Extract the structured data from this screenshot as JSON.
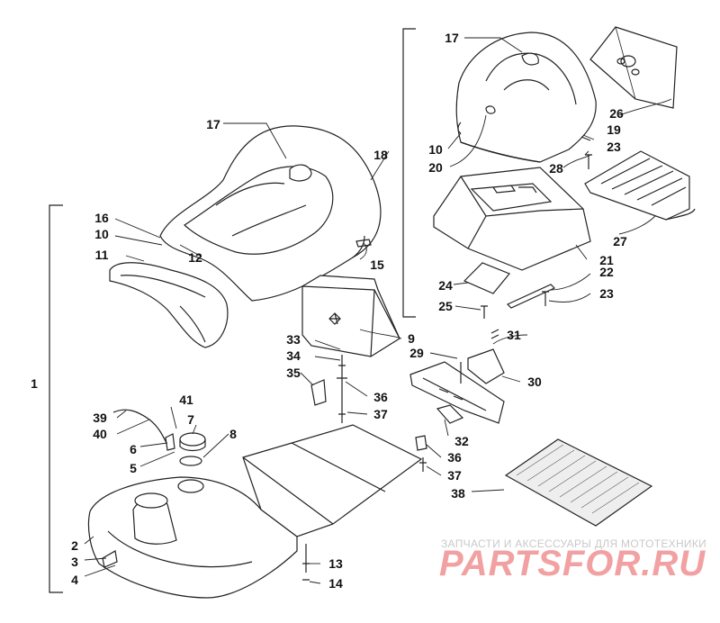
{
  "callouts": [
    {
      "id": "1",
      "text": "1"
    },
    {
      "id": "2",
      "text": "2"
    },
    {
      "id": "3",
      "text": "3"
    },
    {
      "id": "4",
      "text": "4"
    },
    {
      "id": "5",
      "text": "5"
    },
    {
      "id": "6",
      "text": "6"
    },
    {
      "id": "7",
      "text": "7"
    },
    {
      "id": "8",
      "text": "8"
    },
    {
      "id": "9",
      "text": "9"
    },
    {
      "id": "10a",
      "text": "10"
    },
    {
      "id": "10b",
      "text": "10"
    },
    {
      "id": "11",
      "text": "11"
    },
    {
      "id": "12",
      "text": "12"
    },
    {
      "id": "13",
      "text": "13"
    },
    {
      "id": "14",
      "text": "14"
    },
    {
      "id": "15",
      "text": "15"
    },
    {
      "id": "16",
      "text": "16"
    },
    {
      "id": "17a",
      "text": "17"
    },
    {
      "id": "17b",
      "text": "17"
    },
    {
      "id": "18",
      "text": "18"
    },
    {
      "id": "19",
      "text": "19"
    },
    {
      "id": "20",
      "text": "20"
    },
    {
      "id": "21",
      "text": "21"
    },
    {
      "id": "22",
      "text": "22"
    },
    {
      "id": "23a",
      "text": "23"
    },
    {
      "id": "23b",
      "text": "23"
    },
    {
      "id": "24",
      "text": "24"
    },
    {
      "id": "25",
      "text": "25"
    },
    {
      "id": "26",
      "text": "26"
    },
    {
      "id": "27",
      "text": "27"
    },
    {
      "id": "28",
      "text": "28"
    },
    {
      "id": "29",
      "text": "29"
    },
    {
      "id": "30",
      "text": "30"
    },
    {
      "id": "31",
      "text": "31"
    },
    {
      "id": "32",
      "text": "32"
    },
    {
      "id": "33",
      "text": "33"
    },
    {
      "id": "34",
      "text": "34"
    },
    {
      "id": "35",
      "text": "35"
    },
    {
      "id": "36a",
      "text": "36"
    },
    {
      "id": "36b",
      "text": "36"
    },
    {
      "id": "37a",
      "text": "37"
    },
    {
      "id": "37b",
      "text": "37"
    },
    {
      "id": "38",
      "text": "38"
    },
    {
      "id": "39",
      "text": "39"
    },
    {
      "id": "40",
      "text": "40"
    },
    {
      "id": "41",
      "text": "41"
    }
  ],
  "watermark": {
    "tagline": "ЗАПЧАСТИ И АКСЕССУАРЫ ДЛЯ МОТОТЕХНИКИ",
    "brand": "PARTSFOR.RU"
  },
  "colors": {
    "line": "#222222",
    "watermark": "#f1a1a1",
    "shade": "#d9d9d9"
  }
}
